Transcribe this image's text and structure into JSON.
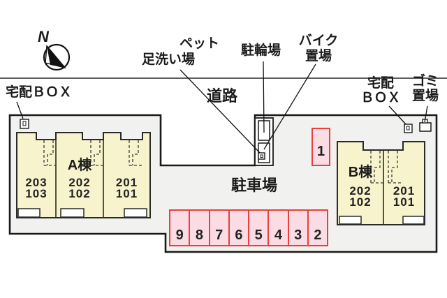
{
  "plan": {
    "compass": {
      "north_label": "N"
    },
    "road_label": "道路",
    "parking_area_label": "駐車場",
    "annotations": {
      "delivery_box_left": "宅配ＢＯＸ",
      "pet_wash_line1": "ペット",
      "pet_wash_line2": "足洗い場",
      "bicycle_parking": "駐輪場",
      "bike_storage_line1": "バイク",
      "bike_storage_line2": "置場",
      "delivery_box_right_line1": "宅配",
      "delivery_box_right_line2": "ＢＯＸ",
      "garbage_line1": "ゴミ",
      "garbage_line2": "置場"
    },
    "buildings": {
      "a": {
        "name": "A棟",
        "units": [
          {
            "upper": "203",
            "lower": "103"
          },
          {
            "upper": "202",
            "lower": "102"
          },
          {
            "upper": "201",
            "lower": "101"
          }
        ]
      },
      "b": {
        "name": "B棟",
        "units": [
          {
            "upper": "202",
            "lower": "102"
          },
          {
            "upper": "201",
            "lower": "101"
          }
        ]
      }
    },
    "parking": {
      "space_single": "1",
      "row_spaces": [
        "9",
        "8",
        "7",
        "6",
        "5",
        "4",
        "3",
        "2"
      ]
    },
    "colors": {
      "site_fill": "#f1f1ef",
      "building_fill": "#f7f3cc",
      "parking_fill": "#fbdce5",
      "parking_border": "#e8403c",
      "outline": "#1a1a1a"
    }
  }
}
